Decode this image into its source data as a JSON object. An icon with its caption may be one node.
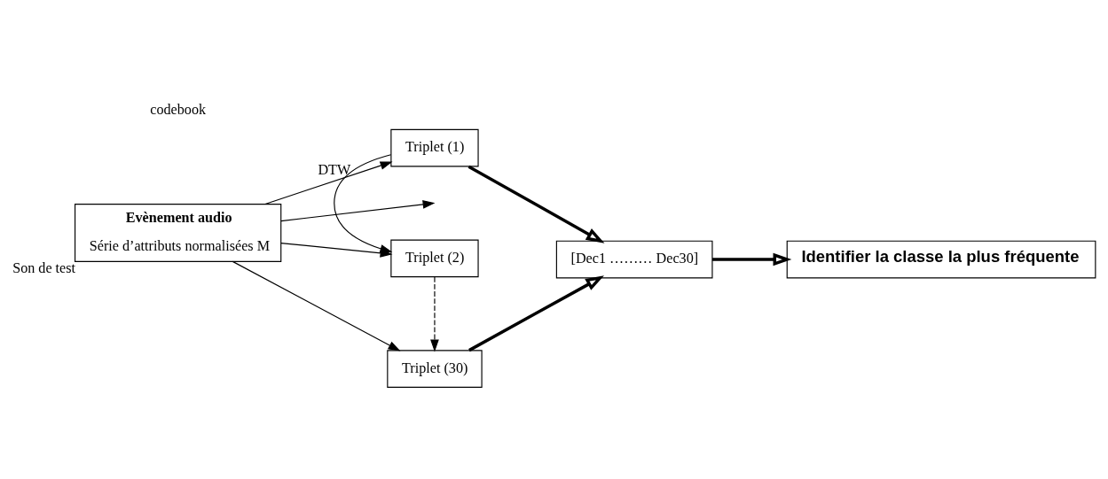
{
  "diagram": {
    "nodes": [
      {
        "text": [
          "Evènement audio",
          "Série d’attributs normalisées M"
        ],
        "beside": [
          "Son de test"
        ]
      },
      {
        "text": [
          "Triplet (1)"
        ]
      },
      {
        "text": [
          "Triplet (2)"
        ]
      },
      {
        "text": [
          "Triplet (30)"
        ]
      },
      {
        "text": [
          "[Dec1 ……… Dec30]"
        ]
      },
      {
        "text": [
          "Identifier la classe la plus fréquente"
        ]
      }
    ],
    "edges": [
      {
        "from": 0,
        "to": 1,
        "arrow": "to",
        "label": "DTW"
      },
      {
        "from": 0,
        "to": 2,
        "arrow": "to"
      },
      {
        "from": 0,
        "to": null,
        "arrow": "to"
      },
      {
        "from": 0,
        "to": 3,
        "arrow": "to"
      },
      {
        "from": 1,
        "to": 2,
        "arrow": "to"
      },
      {
        "from": 2,
        "to": 3,
        "arrow": "to",
        "style": "dashed"
      },
      {
        "from": 1,
        "to": 4,
        "arrow": "to",
        "style": "thick"
      },
      {
        "from": 3,
        "to": 4,
        "arrow": "to",
        "style": "thick"
      },
      {
        "from": 4,
        "to": 5,
        "arrow": "to",
        "style": "thick"
      }
    ],
    "labels": [
      "codebook"
    ]
  }
}
